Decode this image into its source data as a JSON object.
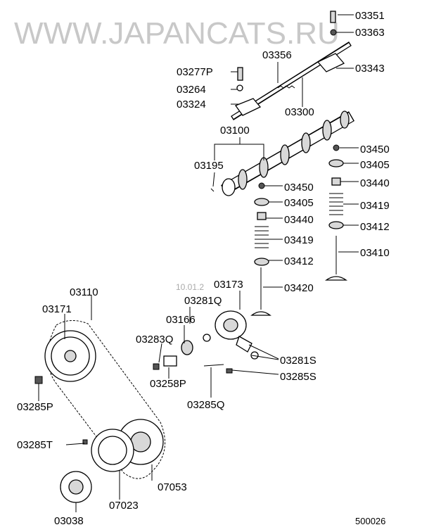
{
  "watermark": "WWW.JAPANCATS.RU",
  "watermark_date": "10.01.2",
  "diagram_id": "500026",
  "labels": {
    "p03351": "03351",
    "p03363": "03363",
    "p03356": "03356",
    "p03343": "03343",
    "p03277P": "03277P",
    "p03264": "03264",
    "p03324": "03324",
    "p03300": "03300",
    "p03100": "03100",
    "p03195": "03195",
    "p03450a": "03450",
    "p03405a": "03405",
    "p03450b": "03450",
    "p03440a": "03440",
    "p03405b": "03405",
    "p03419a": "03419",
    "p03440b": "03440",
    "p03412a": "03412",
    "p03419b": "03419",
    "p03410": "03410",
    "p03412b": "03412",
    "p03420": "03420",
    "p03110": "03110",
    "p03173": "03173",
    "p03281Q": "03281Q",
    "p03171": "03171",
    "p03166": "03166",
    "p03283Q": "03283Q",
    "p03281S": "03281S",
    "p03258P": "03258P",
    "p03285S": "03285S",
    "p03285P": "03285P",
    "p03285Q": "03285Q",
    "p03285T": "03285T",
    "p07053": "07053",
    "p07023": "07023",
    "p03038": "03038"
  }
}
